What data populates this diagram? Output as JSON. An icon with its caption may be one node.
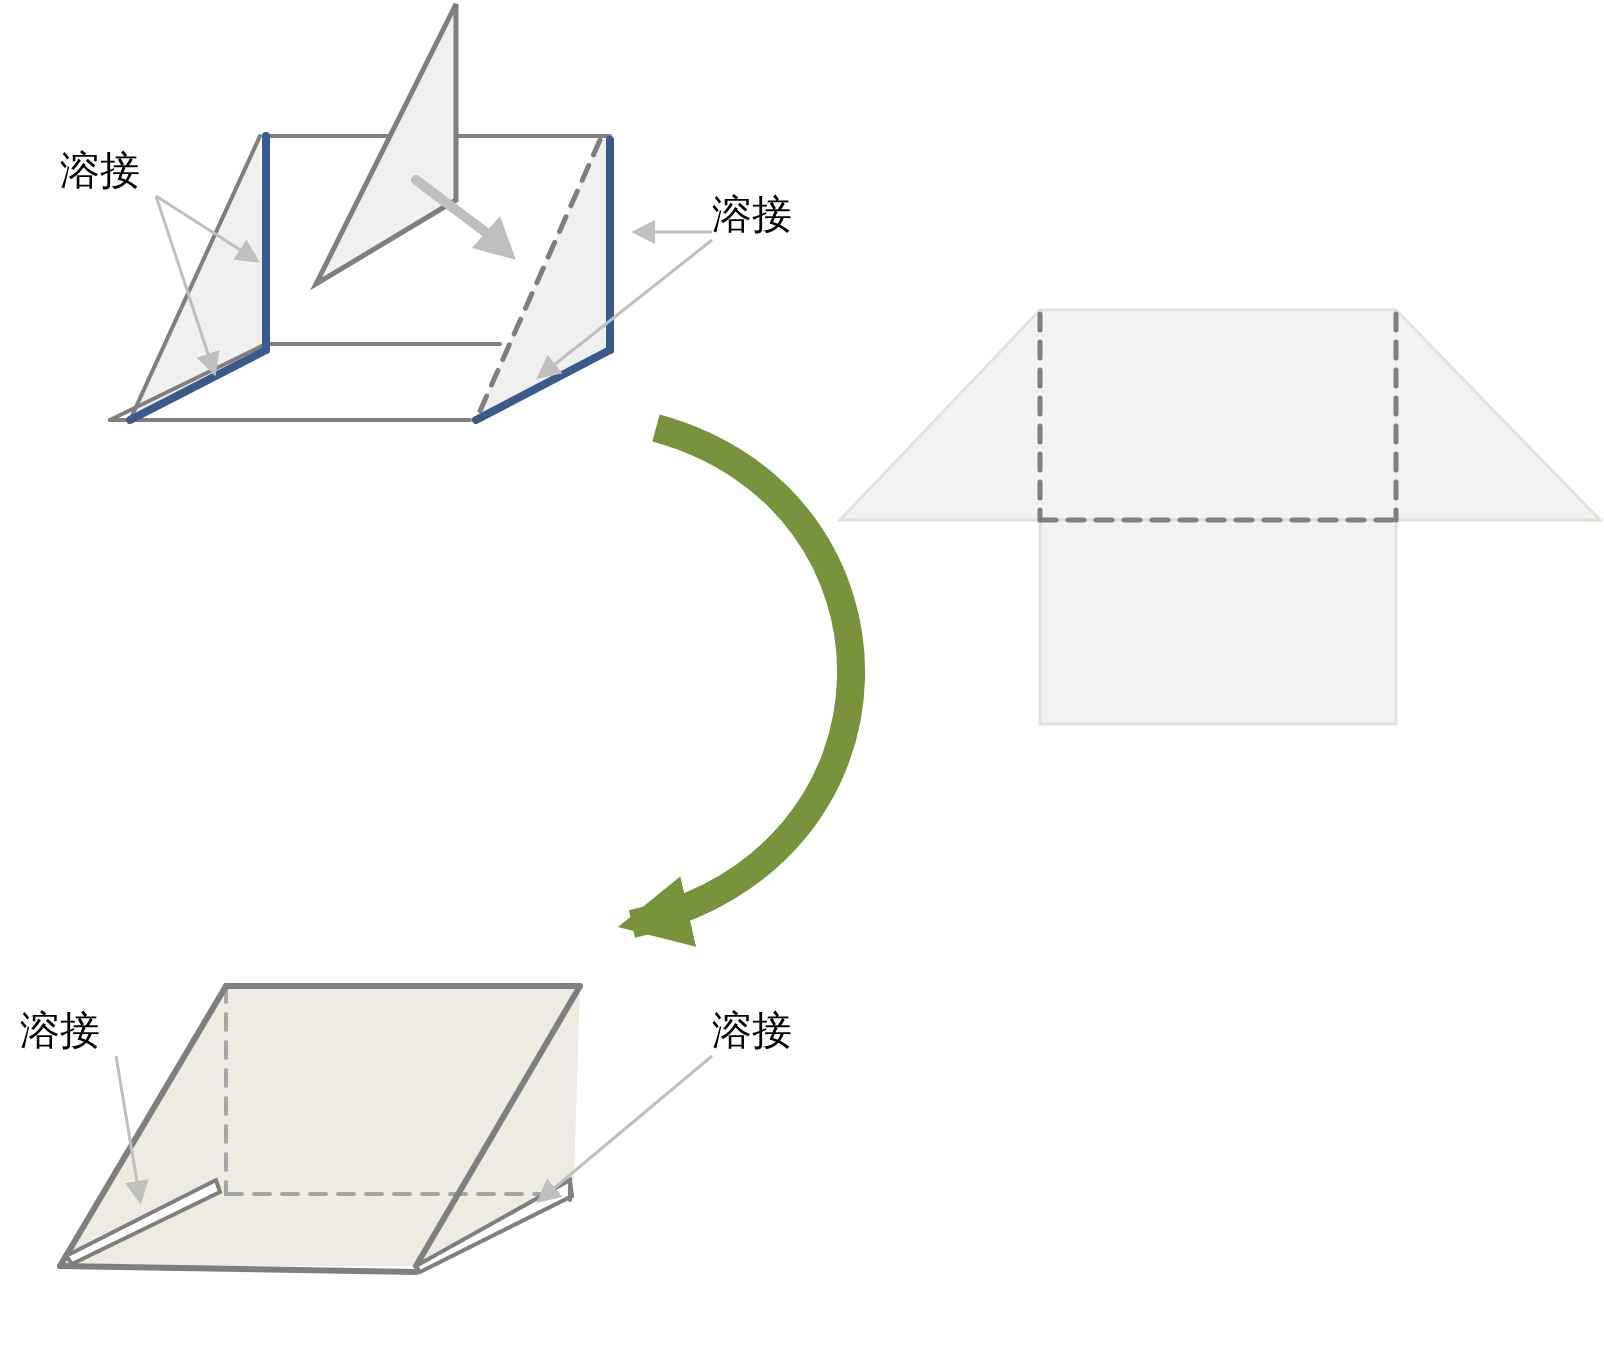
{
  "diagram": {
    "nodes": [
      {
        "text": [
          "溶接"
        ]
      },
      {
        "text": [],
        "shape": "picture"
      },
      {
        "text": [
          "溶接"
        ]
      },
      {
        "text": [
          "溶接"
        ]
      },
      {
        "text": [
          "溶接"
        ]
      },
      {
        "text": [],
        "shape": "picture"
      }
    ],
    "edges": [
      {
        "from": 0,
        "to": 1,
        "arrow": "to"
      },
      {
        "from": 0,
        "to": 1,
        "arrow": "to"
      },
      {
        "from": 2,
        "to": 1,
        "arrow": "to"
      },
      {
        "from": 2,
        "to": 1,
        "arrow": "to"
      },
      {
        "from": 1,
        "to": 5,
        "arrow": "to",
        "style": "thick",
        "color": "#77933c"
      },
      {
        "from": 3,
        "to": 5,
        "arrow": "to"
      },
      {
        "from": 4,
        "to": 5,
        "arrow": "to"
      }
    ]
  }
}
